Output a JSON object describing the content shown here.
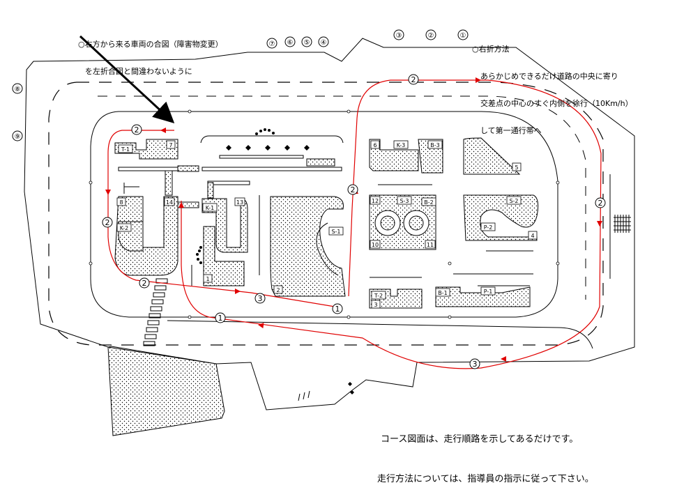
{
  "notes": {
    "top_left": [
      "○右方から来る車両の合図（障害物変更）",
      "を左折合図と間違わないように"
    ],
    "top_right": [
      "○右折方法",
      "あらかじめできるだけ道路の中央に寄り",
      "交差点の中心のすぐ内側を徐行（10Km/h）",
      "して第一通行帯へ"
    ]
  },
  "footer": [
    "コース図面は、走行順路を示してあるだけです。",
    "走行方法については、指導員の指示に従って下さい。"
  ],
  "edge_markers": [
    "①",
    "②",
    "③",
    "④",
    "⑤",
    "⑥",
    "⑦",
    "⑧",
    "⑨"
  ],
  "route_markers": {
    "one": "1",
    "two": "2",
    "three": "3"
  },
  "block_labels": {
    "t1": "T-1",
    "n7": "7",
    "n8": "8",
    "n14": "14",
    "k2": "K-2",
    "k1": "K-1",
    "n13": "13",
    "n1": "1",
    "s1": "S-1",
    "n2": "2",
    "n6": "6",
    "k3": "K-3",
    "b3": "B-3",
    "n5": "5",
    "n12": "12",
    "s3": "S-3",
    "b2": "B-2",
    "n10": "10",
    "n11": "11",
    "s2": "S-2",
    "p2": "P-2",
    "n4": "4",
    "t2": "T-2",
    "n3": "3",
    "b1": "B-1",
    "p1": "P-1"
  },
  "colors": {
    "route": "#e00000",
    "line": "#000000",
    "fill_dot": "#000000"
  }
}
